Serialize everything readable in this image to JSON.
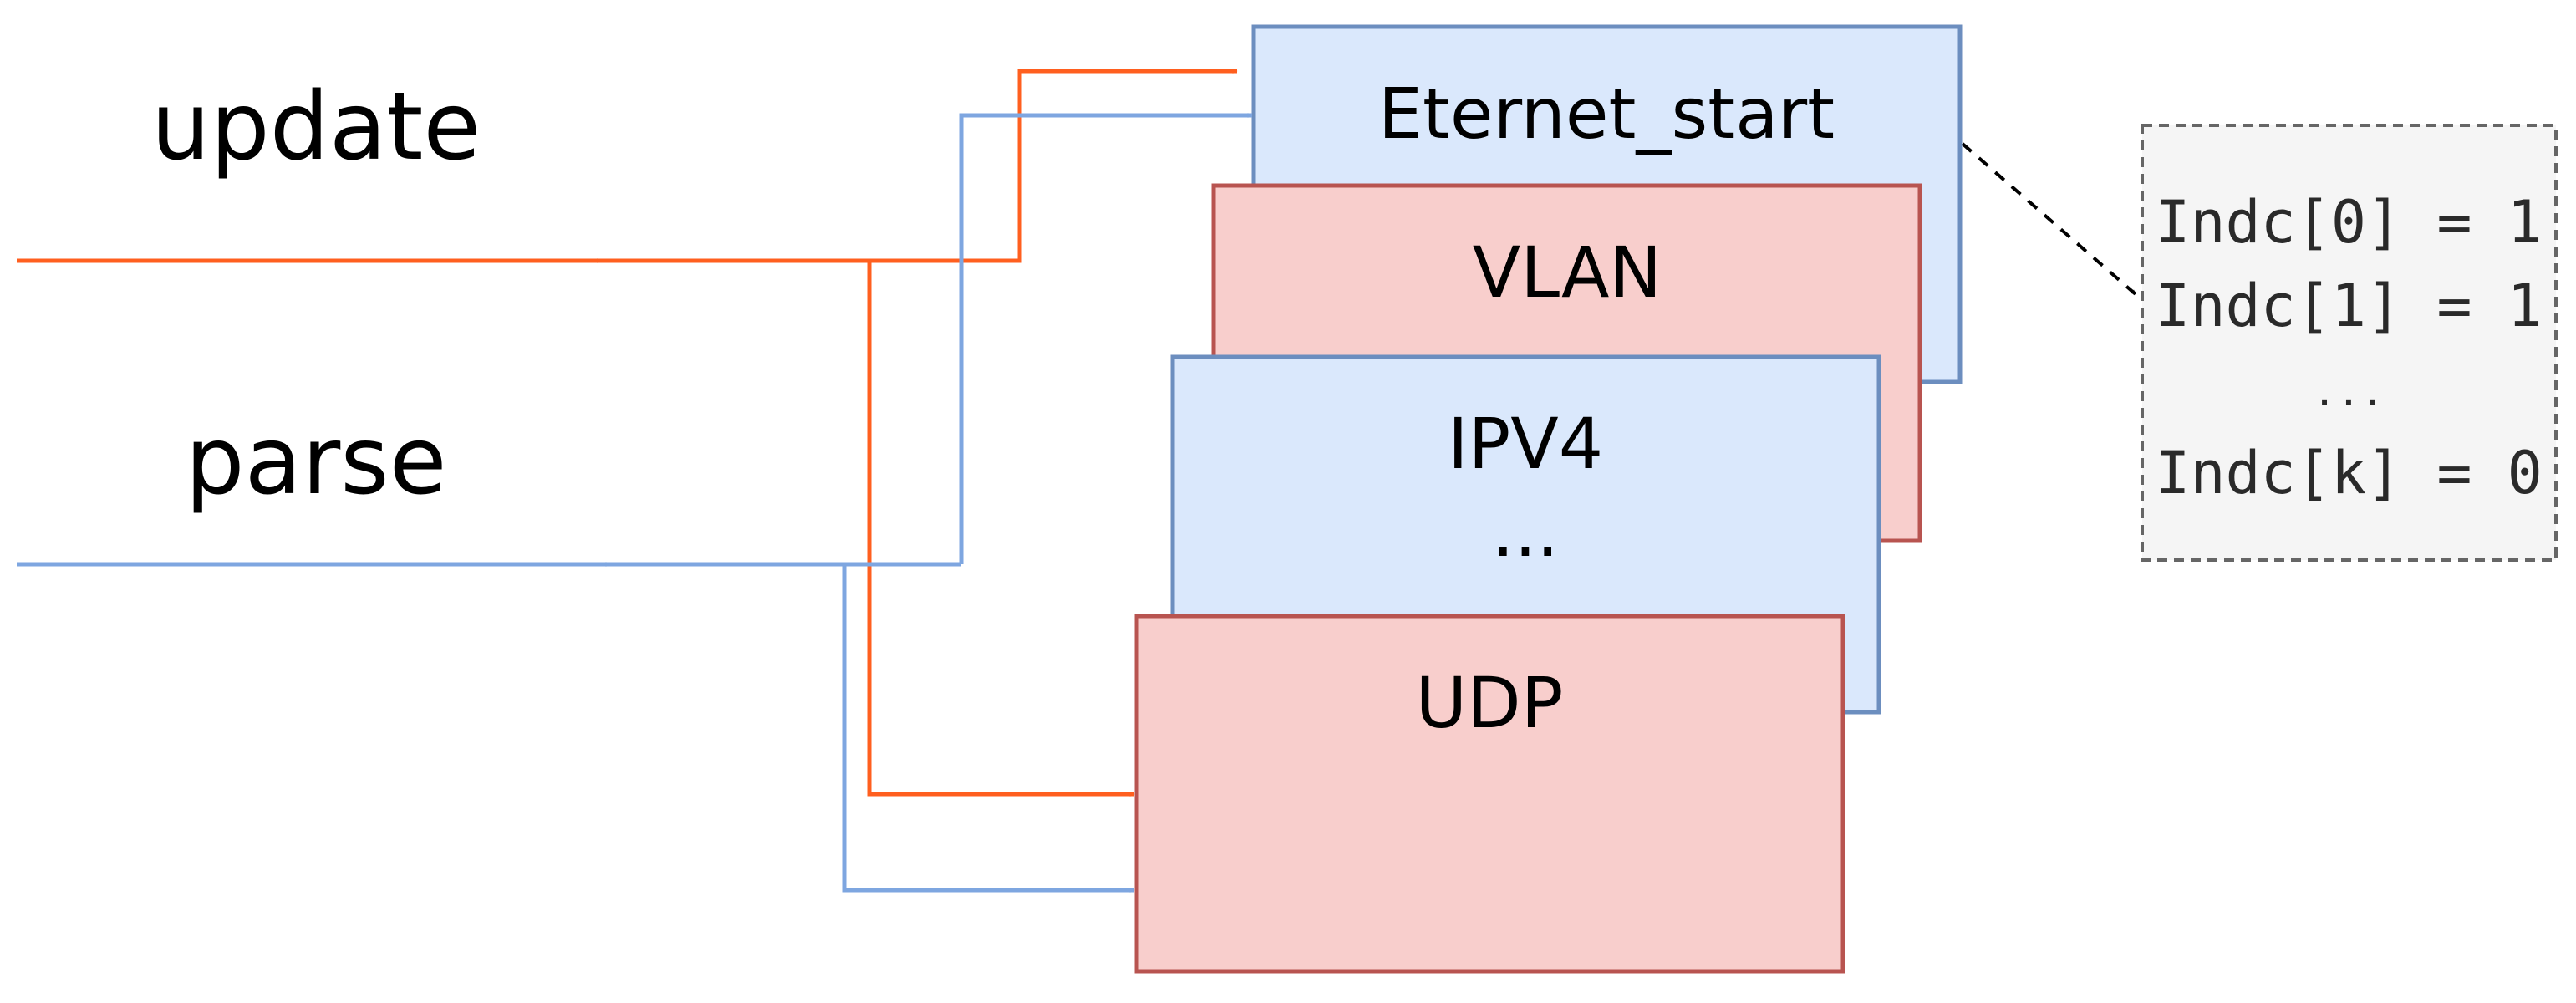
{
  "signals": {
    "update": {
      "label": "update",
      "color": "#FF5F1F"
    },
    "parse": {
      "label": "parse",
      "color": "#7EA6E0"
    }
  },
  "stack": {
    "eth": {
      "label": "Eternet_start",
      "fill": "#DAE8FC",
      "stroke": "#6C8EBF"
    },
    "vlan": {
      "label": "VLAN",
      "fill": "#F8CECC",
      "stroke": "#B85450"
    },
    "ipv4": {
      "label": "IPV4",
      "ellipsis": "...",
      "fill": "#DAE8FC",
      "stroke": "#6C8EBF"
    },
    "udp": {
      "label": "UDP",
      "fill": "#F8CECC",
      "stroke": "#B85450"
    }
  },
  "indicators": {
    "lines": [
      "Indc[0] = 1",
      "Indc[1] = 1",
      "...",
      "Indc[k] = 0"
    ],
    "fill": "#F5F5F5",
    "stroke": "#666666"
  }
}
